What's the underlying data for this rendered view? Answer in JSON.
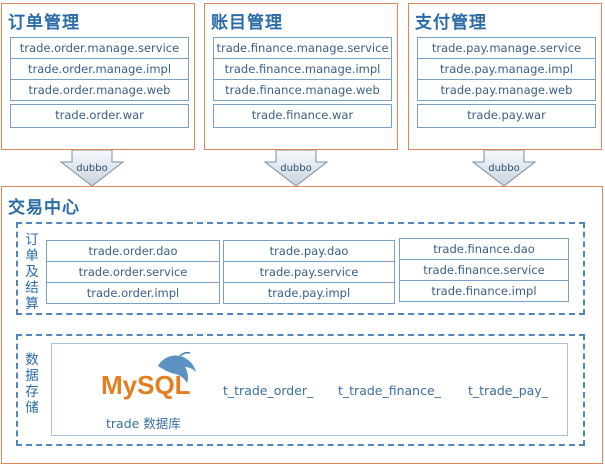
{
  "modules": [
    {
      "title": "订单管理",
      "items": [
        "trade.order.manage.service",
        "trade.order.manage.impl",
        "trade.order.manage.web"
      ],
      "war": "trade.order.war"
    },
    {
      "title": "账目管理",
      "items": [
        "trade.finance.manage.service",
        "trade.finance.manage.impl",
        "trade.finance.manage.web"
      ],
      "war": "trade.finance.war"
    },
    {
      "title": "支付管理",
      "items": [
        "trade.pay.manage.service",
        "trade.pay.manage.impl",
        "trade.pay.manage.web"
      ],
      "war": "trade.pay.war"
    }
  ],
  "connector_label": "dubbo",
  "center": {
    "title": "交易中心",
    "settlement_label": "订单及结算",
    "groups": [
      [
        "trade.order.dao",
        "trade.order.service",
        "trade.order.impl"
      ],
      [
        "trade.pay.dao",
        "trade.pay.service",
        "trade.pay.impl"
      ],
      [
        "trade.finance.dao",
        "trade.finance.service",
        "trade.finance.impl"
      ]
    ],
    "storage_label": "数据存储",
    "db": {
      "logo_text": "MySQL",
      "caption": "trade 数据库",
      "tables": [
        "t_trade_order_",
        "t_trade_finance_",
        "t_trade_pay_"
      ]
    }
  },
  "colors": {
    "panel_border": "#e2855b",
    "title": "#2b6ca8",
    "box_border": "#7ba0c6",
    "arrow": "#4f86bf",
    "logo_orange": "#e37e21"
  }
}
